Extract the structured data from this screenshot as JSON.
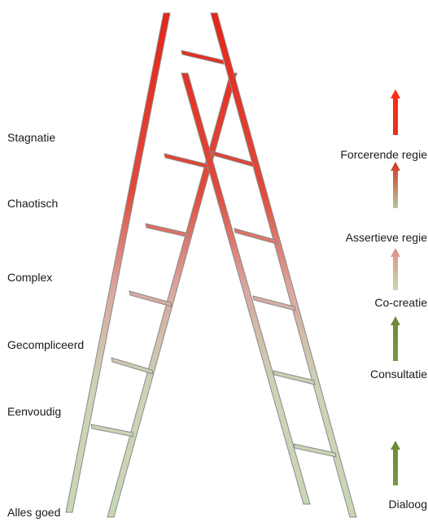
{
  "complexity_levels": [
    {
      "label": "Stagnatie"
    },
    {
      "label": "Chaotisch"
    },
    {
      "label": "Complex"
    },
    {
      "label": "Gecompliceerd"
    },
    {
      "label": "Eenvoudig"
    },
    {
      "label": "Alles goed"
    }
  ],
  "intervention_levels": [
    {
      "label": "Forcerende regie",
      "arrow_color": "#e8321e"
    },
    {
      "label": "Assertieve regie",
      "arrow_color": "#c8503a"
    },
    {
      "label": "Co-creatie",
      "arrow_color": "#d4958a"
    },
    {
      "label": "Consultatie",
      "arrow_color": "#6e8c3a"
    },
    {
      "label": "Dialoog",
      "arrow_color": "#6e8c3a"
    }
  ],
  "colors": {
    "ladder_top": "#e8241a",
    "ladder_bottom": "#c9d6b4",
    "outline": "#8a8a8a"
  }
}
